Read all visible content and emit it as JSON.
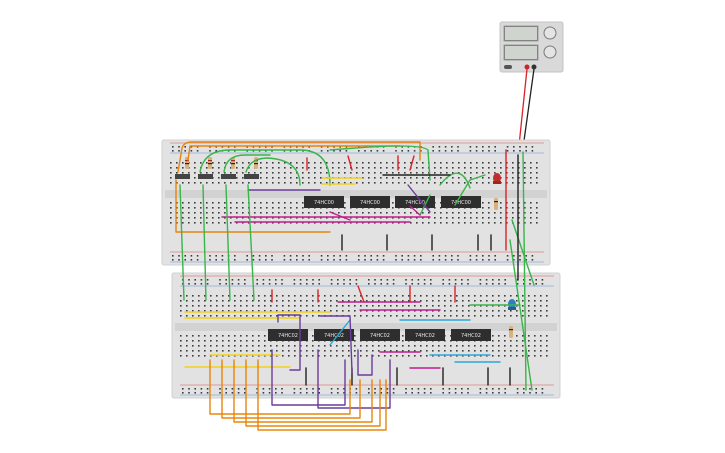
{
  "colors": {
    "background": "#ffffff",
    "breadboard": "#e2e2e2",
    "breadboard_edge": "#cfcfcf",
    "hole": "#3d3d3d",
    "rail_red": "#d9534f",
    "rail_blue": "#5b8fd6",
    "chip": "#2e2e2e",
    "wire_orange": "#e8850c",
    "wire_green": "#39b54a",
    "wire_red": "#d8232a",
    "wire_black": "#222222",
    "wire_yellow": "#f2d21b",
    "wire_purple": "#6a3d9a",
    "wire_magenta": "#c21a8e",
    "wire_cyan": "#2aa8d8",
    "power_supply": "#d9d9d9",
    "led_red": "#c0302b",
    "led_blue": "#2e7fbf"
  },
  "power_supply": {
    "name": "power-supply",
    "icon": "power-supply-icon"
  },
  "top_board": {
    "chips": [
      {
        "label": "74HC00"
      },
      {
        "label": "74HC00"
      },
      {
        "label": "74HC00"
      },
      {
        "label": "74HC00"
      }
    ]
  },
  "bottom_board": {
    "chips": [
      {
        "label": "74HC02"
      },
      {
        "label": "74HC02"
      },
      {
        "label": "74HC02"
      },
      {
        "label": "74HC02"
      },
      {
        "label": "74HC02"
      }
    ]
  }
}
